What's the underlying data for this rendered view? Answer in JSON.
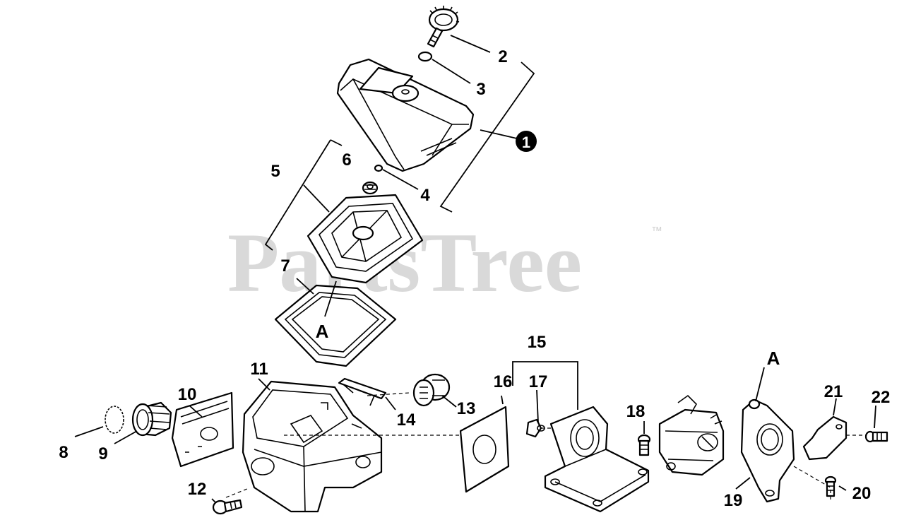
{
  "watermark": {
    "brand": "PartsTree",
    "trademark": "™"
  },
  "callouts": [
    {
      "id": "c1",
      "label": "1",
      "circled": true
    },
    {
      "id": "c2",
      "label": "2"
    },
    {
      "id": "c3",
      "label": "3"
    },
    {
      "id": "c4",
      "label": "4"
    },
    {
      "id": "c5",
      "label": "5"
    },
    {
      "id": "c6",
      "label": "6"
    },
    {
      "id": "c7",
      "label": "7"
    },
    {
      "id": "c8",
      "label": "8"
    },
    {
      "id": "c9",
      "label": "9"
    },
    {
      "id": "c10",
      "label": "10"
    },
    {
      "id": "c11",
      "label": "11"
    },
    {
      "id": "c12",
      "label": "12"
    },
    {
      "id": "c13",
      "label": "13"
    },
    {
      "id": "c14",
      "label": "14"
    },
    {
      "id": "c15",
      "label": "15"
    },
    {
      "id": "c16",
      "label": "16"
    },
    {
      "id": "c17",
      "label": "17"
    },
    {
      "id": "c18",
      "label": "18"
    },
    {
      "id": "c19",
      "label": "19"
    },
    {
      "id": "c20",
      "label": "20"
    },
    {
      "id": "c21",
      "label": "21"
    },
    {
      "id": "c22",
      "label": "22"
    }
  ],
  "reference_marks": [
    {
      "id": "refA1",
      "label": "A"
    },
    {
      "id": "refA2",
      "label": "A"
    }
  ]
}
